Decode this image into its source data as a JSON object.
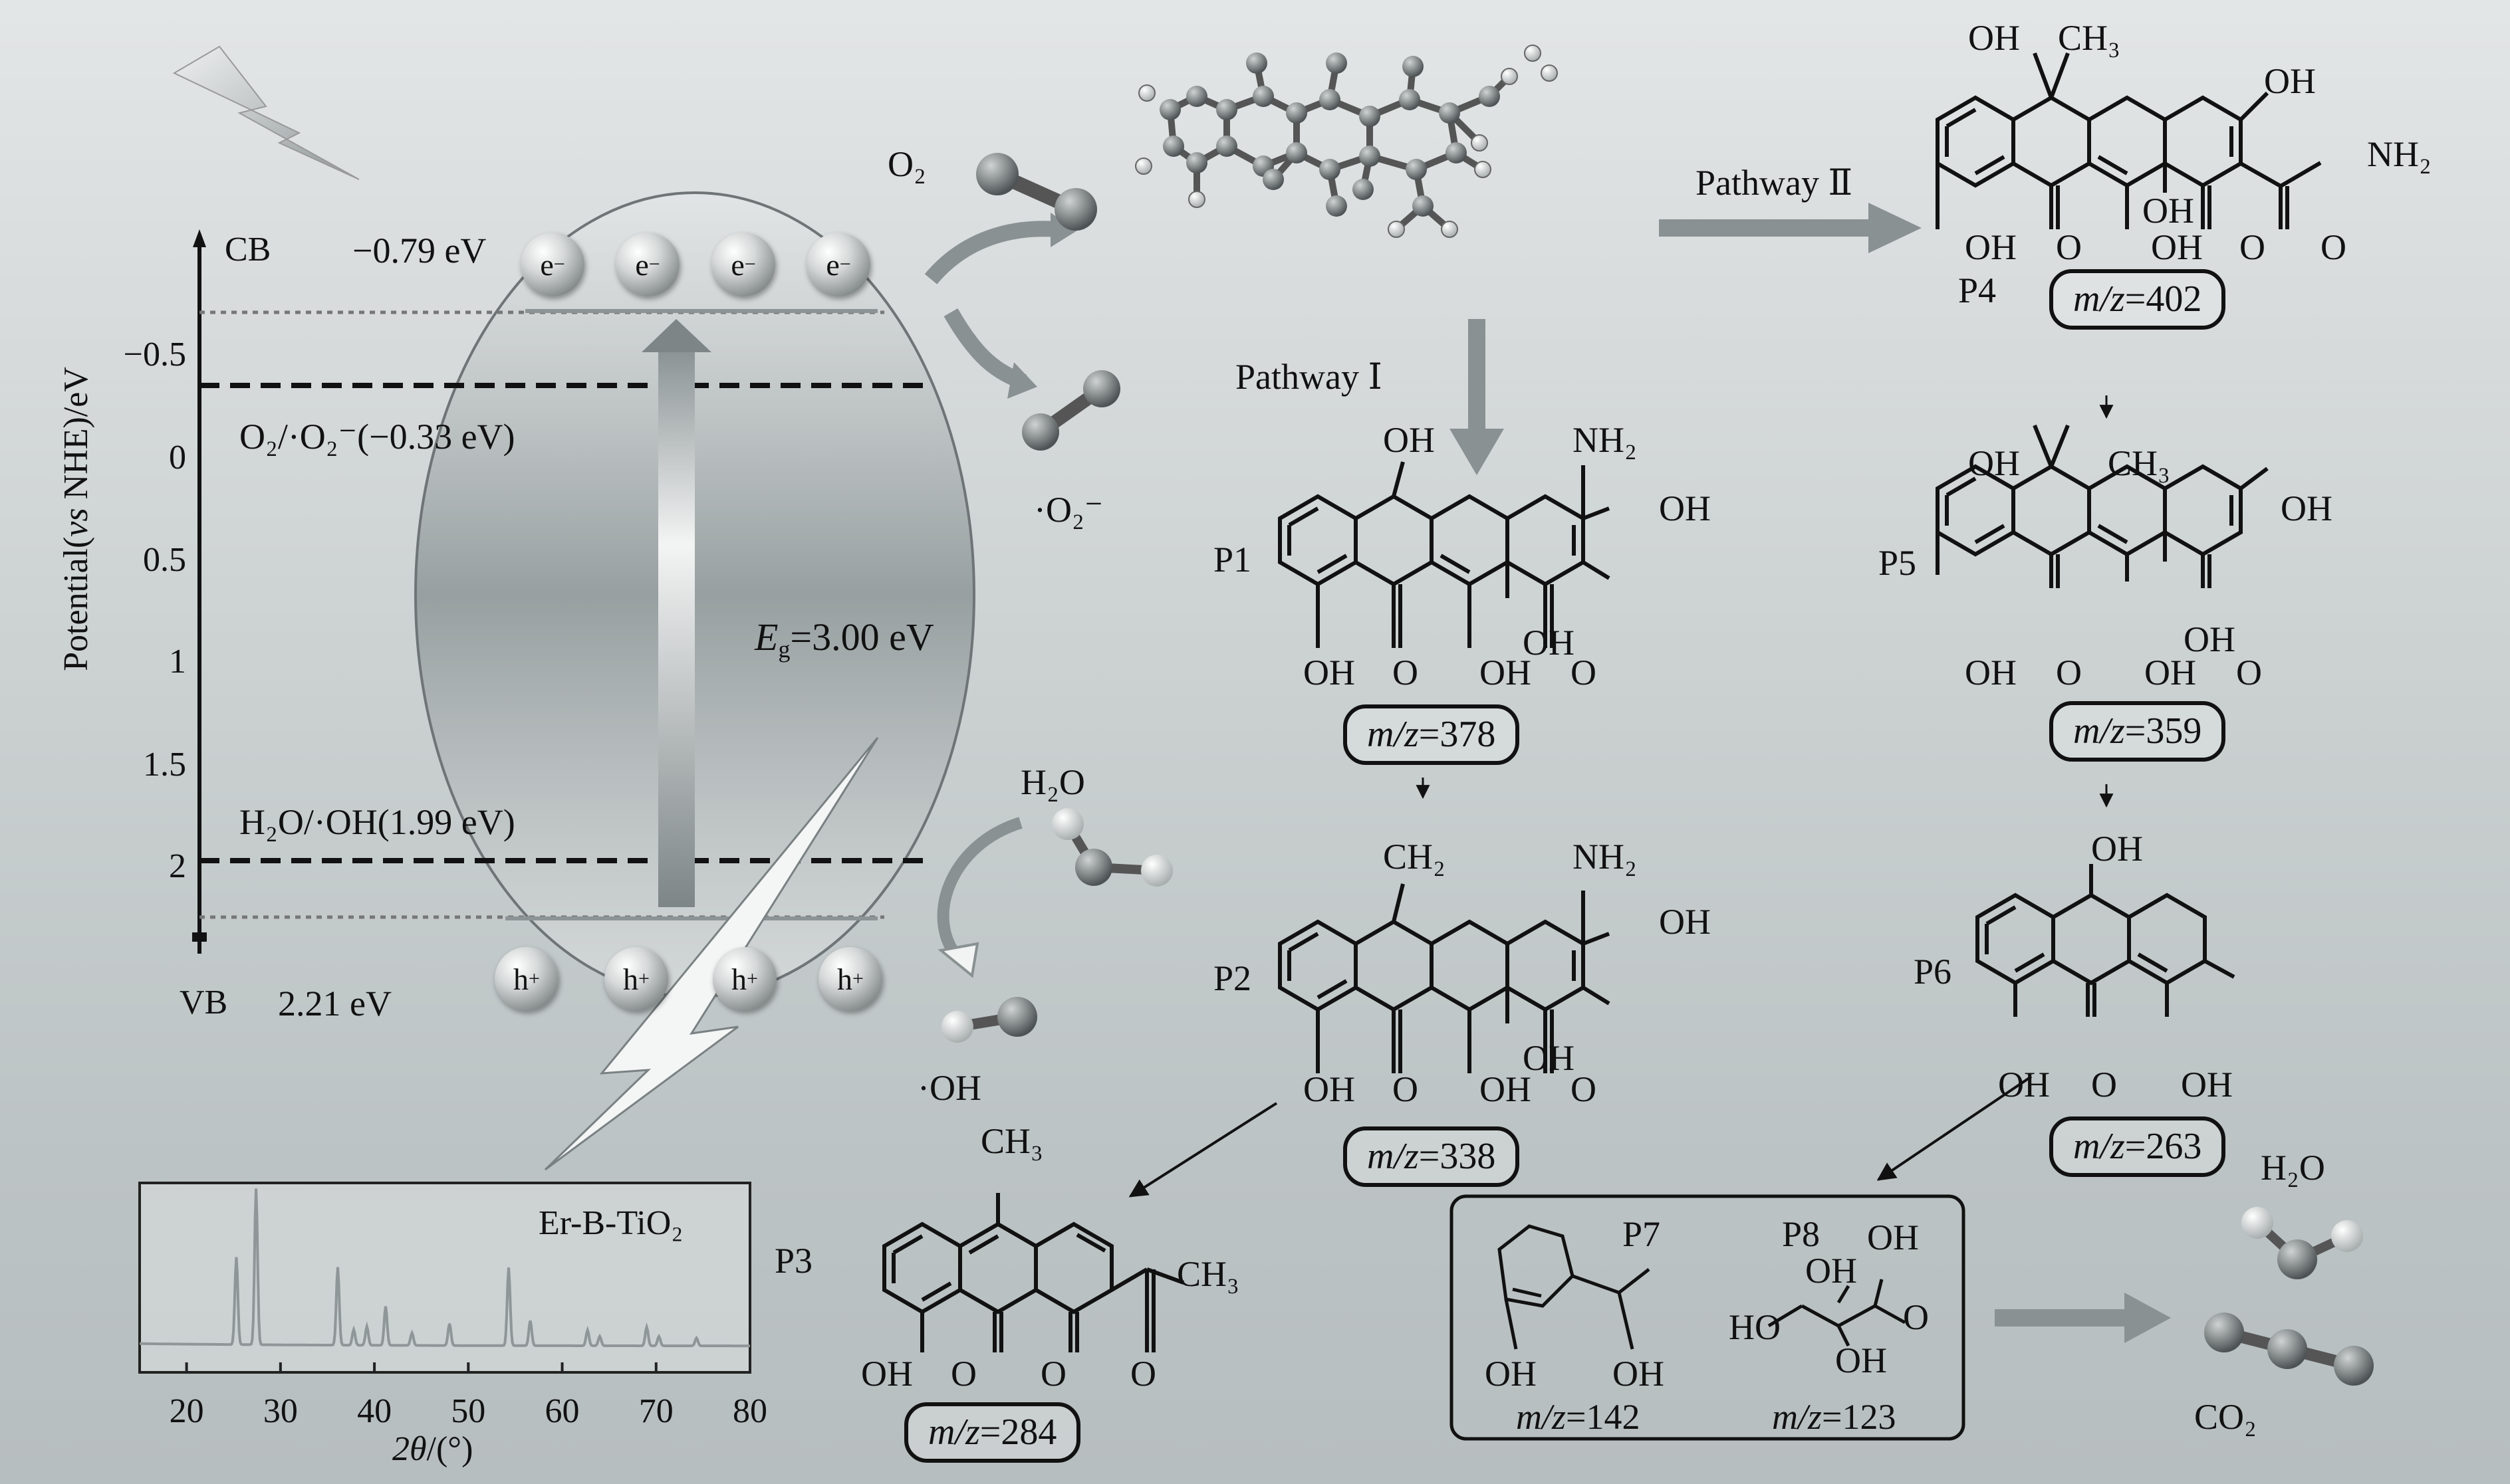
{
  "band_diagram": {
    "cb_label": "CB",
    "vb_label": "VB",
    "cb_potential": "−0.79 eV",
    "vb_potential": "2.21 eV",
    "electron_label": "e",
    "hole_label": "h",
    "axis_title_pre": "Potential(",
    "axis_title_vs": "vs",
    "axis_title_post": " NHE)/eV",
    "ticks": [
      "−0.5",
      "0",
      "0.5",
      "1",
      "1.5",
      "2"
    ],
    "o2_level_label": "O₂/·O₂⁻(−0.33 eV)",
    "h2o_level_label": "H₂O/·OH(1.99 eV)",
    "eg_symbol": "E",
    "eg_sub": "g",
    "eg_value": "=3.00 eV"
  },
  "species": {
    "o2": "O₂",
    "superoxide": "·O₂⁻",
    "h2o": "H₂O",
    "hydroxyl": "·OH",
    "h2o_final": "H₂O",
    "co2_final": "CO₂"
  },
  "xrd_inset": {
    "legend": "Er-B-TiO₂",
    "x_title_theta": "2θ",
    "x_title_unit": "/(°)",
    "x_ticks": [
      "20",
      "30",
      "40",
      "50",
      "60",
      "70",
      "80"
    ]
  },
  "chart_data": {
    "type": "line",
    "title": "",
    "xlabel": "2θ/(°)",
    "ylabel": "",
    "xlim": [
      15,
      80
    ],
    "series": [
      {
        "name": "Er-B-TiO₂",
        "peaks": [
          [
            25.3,
            0.56
          ],
          [
            27.4,
            1.0
          ],
          [
            36.1,
            0.5
          ],
          [
            37.8,
            0.1
          ],
          [
            39.2,
            0.12
          ],
          [
            41.2,
            0.25
          ],
          [
            44.0,
            0.08
          ],
          [
            48.0,
            0.14
          ],
          [
            54.3,
            0.5
          ],
          [
            56.6,
            0.16
          ],
          [
            62.7,
            0.1
          ],
          [
            64.0,
            0.06
          ],
          [
            69.0,
            0.12
          ],
          [
            70.3,
            0.06
          ],
          [
            74.3,
            0.05
          ]
        ]
      }
    ]
  },
  "pathways": {
    "pathway1": "Pathway Ⅰ",
    "pathway2": "Pathway Ⅱ"
  },
  "products": {
    "p1": {
      "name": "P1",
      "mz_label": "m/z",
      "mz_value": "=378"
    },
    "p2": {
      "name": "P2",
      "mz_label": "m/z",
      "mz_value": "=338"
    },
    "p3": {
      "name": "P3",
      "mz_label": "m/z",
      "mz_value": "=284"
    },
    "p4": {
      "name": "P4",
      "mz_label": "m/z",
      "mz_value": "=402"
    },
    "p5": {
      "name": "P5",
      "mz_label": "m/z",
      "mz_value": "=359"
    },
    "p6": {
      "name": "P6",
      "mz_label": "m/z",
      "mz_value": "=263"
    },
    "p7": {
      "name": "P7",
      "mz_label": "m/z",
      "mz_value": "=142"
    },
    "p8": {
      "name": "P8",
      "mz_label": "m/z",
      "mz_value": "=123"
    }
  },
  "groups": {
    "oh": "OH",
    "o": "O",
    "nh2": "NH₂",
    "ch3": "CH₃",
    "ch2": "CH₂",
    "ho": "HO"
  }
}
